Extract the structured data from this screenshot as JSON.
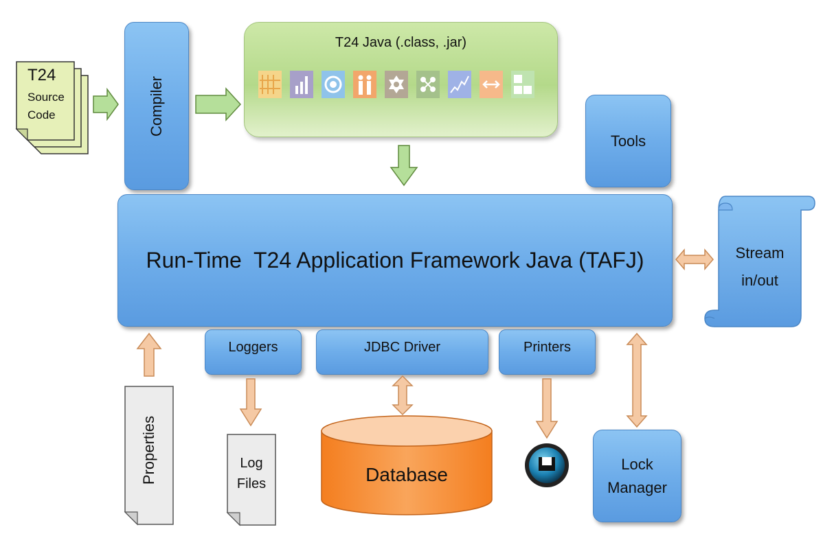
{
  "source": {
    "title": "T24",
    "line1": "Source",
    "line2": "Code"
  },
  "compiler": {
    "label": "Compiler"
  },
  "java": {
    "title": "T24 Java (.class, .jar)"
  },
  "tools": {
    "label": "Tools"
  },
  "framework": {
    "label": "Run-Time  T24 Application Framework Java (TAFJ)"
  },
  "stream": {
    "line1": "Stream",
    "line2": "in/out"
  },
  "loggers": {
    "label": "Loggers"
  },
  "jdbc": {
    "label": "JDBC Driver"
  },
  "printers": {
    "label": "Printers"
  },
  "properties": {
    "label": "Properties"
  },
  "logfiles": {
    "line1": "Log",
    "line2": "Files"
  },
  "database": {
    "label": "Database"
  },
  "lock": {
    "line1": "Lock",
    "line2": "Manager"
  },
  "colors": {
    "blue_box": "#6eadea",
    "green_arrow": "#b5df9a",
    "peach_arrow": "#f5c9a4",
    "database": "#f7953c",
    "doc_green": "#e6f0b8"
  }
}
